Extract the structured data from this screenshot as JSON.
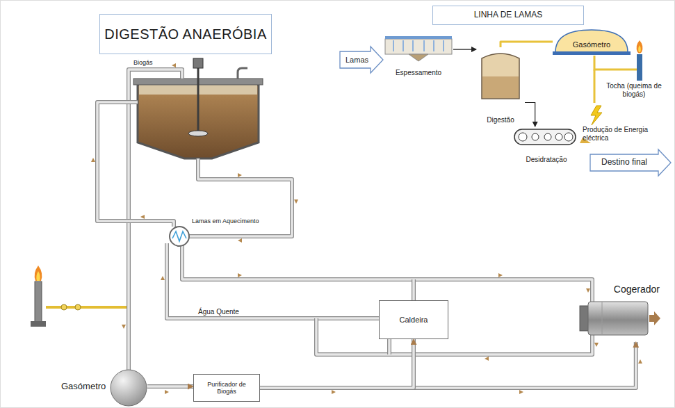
{
  "diagram": {
    "nodes": [
      {
        "text": [
          "DIGESTÃO ANAERÓBIA"
        ]
      },
      {
        "text": [
          "LINHA DE LAMAS"
        ]
      },
      {
        "text": [
          "Lamas"
        ]
      },
      {
        "text": [
          "Espessamento"
        ]
      },
      {
        "text": [
          "Digestão"
        ]
      },
      {
        "text": [
          "Gasómetro"
        ]
      },
      {
        "text": [
          "Desidratação"
        ]
      },
      {
        "text": [
          "Destino final"
        ]
      },
      {
        "text": [
          "Lamas em Aquecimento"
        ]
      },
      {
        "text": [
          "Caldeira"
        ]
      },
      {
        "text": [
          "Gasómetro"
        ]
      },
      {
        "text": [
          "Purificador de Biogás"
        ]
      },
      {
        "text": [
          "Cogerador"
        ]
      }
    ],
    "edges": [
      {
        "from": 10,
        "to": 11,
        "arrow": "to"
      },
      {
        "from": 11,
        "to": 12,
        "arrow": "to"
      },
      {
        "from": 11,
        "to": 9,
        "arrow": "to"
      },
      {
        "from": 3,
        "to": 4,
        "arrow": "to"
      },
      {
        "from": 4,
        "to": 5,
        "arrow": "none"
      },
      {
        "from": 4,
        "to": 6,
        "arrow": "to"
      }
    ],
    "labels": [
      "Biogás",
      "Água Quente",
      "Tocha (queima de biogás)",
      "Produção de Energia eléctrica"
    ]
  }
}
